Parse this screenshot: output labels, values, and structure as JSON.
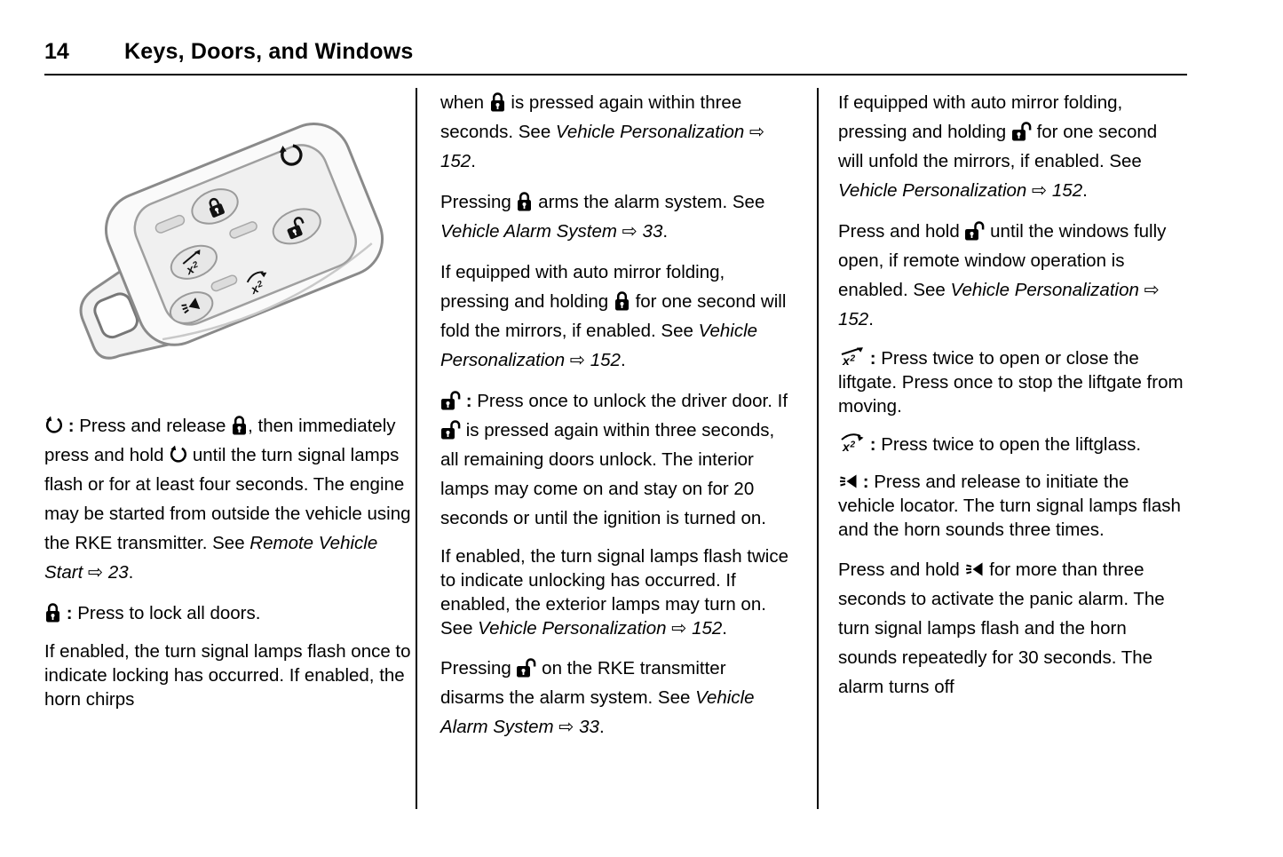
{
  "page": {
    "number": "14",
    "title": "Keys, Doors, and Windows"
  },
  "colors": {
    "text": "#000000",
    "background": "#ffffff",
    "rule": "#000000"
  },
  "figure": {
    "label": "RKE transmitter key fob illustration"
  },
  "icons": {
    "remote-start": "circular-arrow remote-start symbol",
    "lock": "closed padlock lock symbol",
    "unlock": "open padlock unlock symbol",
    "liftgate": "x2 with straight arrow liftgate symbol",
    "liftglass": "x2 with curved arrow liftglass symbol",
    "horn": "horn with sound lines vehicle-locator symbol"
  },
  "columns": [
    {
      "name": "column-1",
      "paragraphs": [
        {
          "tokens": [
            {
              "ic": "remote-start"
            },
            {
              "b": " : "
            },
            {
              "t": "Press and release "
            },
            {
              "ic": "lock"
            },
            {
              "t": ", then immediately press and hold "
            },
            {
              "ic": "remote-start"
            },
            {
              "t": " until the turn signal lamps flash or for at least four seconds. The engine may be started from outside the vehicle using the RKE transmitter. See "
            },
            {
              "i": "Remote Vehicle Start ⇨ 23"
            },
            {
              "t": "."
            }
          ]
        },
        {
          "tokens": [
            {
              "ic": "lock"
            },
            {
              "b": " : "
            },
            {
              "t": "Press to lock all doors."
            }
          ]
        },
        {
          "tight": true,
          "tokens": [
            {
              "t": "If enabled, the turn signal lamps flash once to indicate locking has occurred. If enabled, the horn chirps"
            }
          ]
        }
      ]
    },
    {
      "name": "column-2",
      "paragraphs": [
        {
          "tokens": [
            {
              "t": "when "
            },
            {
              "ic": "lock"
            },
            {
              "t": " is pressed again within three seconds. See "
            },
            {
              "i": "Vehicle Personalization ⇨ 152"
            },
            {
              "t": "."
            }
          ]
        },
        {
          "tokens": [
            {
              "t": "Pressing "
            },
            {
              "ic": "lock"
            },
            {
              "t": " arms the alarm system. See "
            },
            {
              "i": "Vehicle Alarm System ⇨ 33"
            },
            {
              "t": "."
            }
          ]
        },
        {
          "tokens": [
            {
              "t": "If equipped with auto mirror folding, pressing and holding "
            },
            {
              "ic": "lock"
            },
            {
              "t": " for one second will fold the mirrors, if enabled. See "
            },
            {
              "i": "Vehicle Personalization ⇨ 152"
            },
            {
              "t": "."
            }
          ]
        },
        {
          "tokens": [
            {
              "ic": "unlock"
            },
            {
              "b": " : "
            },
            {
              "t": "Press once to unlock the driver door. If "
            },
            {
              "ic": "unlock"
            },
            {
              "t": " is pressed again within three seconds, all remaining doors unlock. The interior lamps may come on and stay on for 20 seconds or until the ignition is turned on."
            }
          ]
        },
        {
          "tight": true,
          "tokens": [
            {
              "t": "If enabled, the turn signal lamps flash twice to indicate unlocking has occurred. If enabled, the exterior lamps may turn on. See "
            },
            {
              "i": "Vehicle Personalization ⇨ 152"
            },
            {
              "t": "."
            }
          ]
        },
        {
          "tokens": [
            {
              "t": "Pressing "
            },
            {
              "ic": "unlock"
            },
            {
              "t": " on the RKE transmitter disarms the alarm system. See "
            },
            {
              "i": "Vehicle Alarm System ⇨ 33"
            },
            {
              "t": "."
            }
          ]
        }
      ]
    },
    {
      "name": "column-3",
      "paragraphs": [
        {
          "tokens": [
            {
              "t": "If equipped with auto mirror folding, pressing and holding "
            },
            {
              "ic": "unlock"
            },
            {
              "t": " for one second will unfold the mirrors, if enabled. See "
            },
            {
              "i": "Vehicle Personalization ⇨ 152"
            },
            {
              "t": "."
            }
          ]
        },
        {
          "tokens": [
            {
              "t": "Press and hold "
            },
            {
              "ic": "unlock"
            },
            {
              "t": " until the windows fully open, if remote window operation is enabled. See "
            },
            {
              "i": "Vehicle Personalization ⇨ 152"
            },
            {
              "t": "."
            }
          ]
        },
        {
          "tight": true,
          "tokens": [
            {
              "ic": "liftgate"
            },
            {
              "b": " : "
            },
            {
              "t": "Press twice to open or close the liftgate. Press once to stop the liftgate from moving."
            }
          ]
        },
        {
          "tight": true,
          "tokens": [
            {
              "ic": "liftglass"
            },
            {
              "b": " : "
            },
            {
              "t": "Press twice to open the liftglass."
            }
          ]
        },
        {
          "tight": true,
          "tokens": [
            {
              "ic": "horn"
            },
            {
              "b": " : "
            },
            {
              "t": "Press and release to initiate the vehicle locator. The turn signal lamps flash and the horn sounds three times."
            }
          ]
        },
        {
          "tokens": [
            {
              "t": "Press and hold "
            },
            {
              "ic": "horn"
            },
            {
              "t": " for more than three seconds to activate the panic alarm. The turn signal lamps flash and the horn sounds repeatedly for 30 seconds. The alarm turns off"
            }
          ]
        }
      ]
    }
  ]
}
